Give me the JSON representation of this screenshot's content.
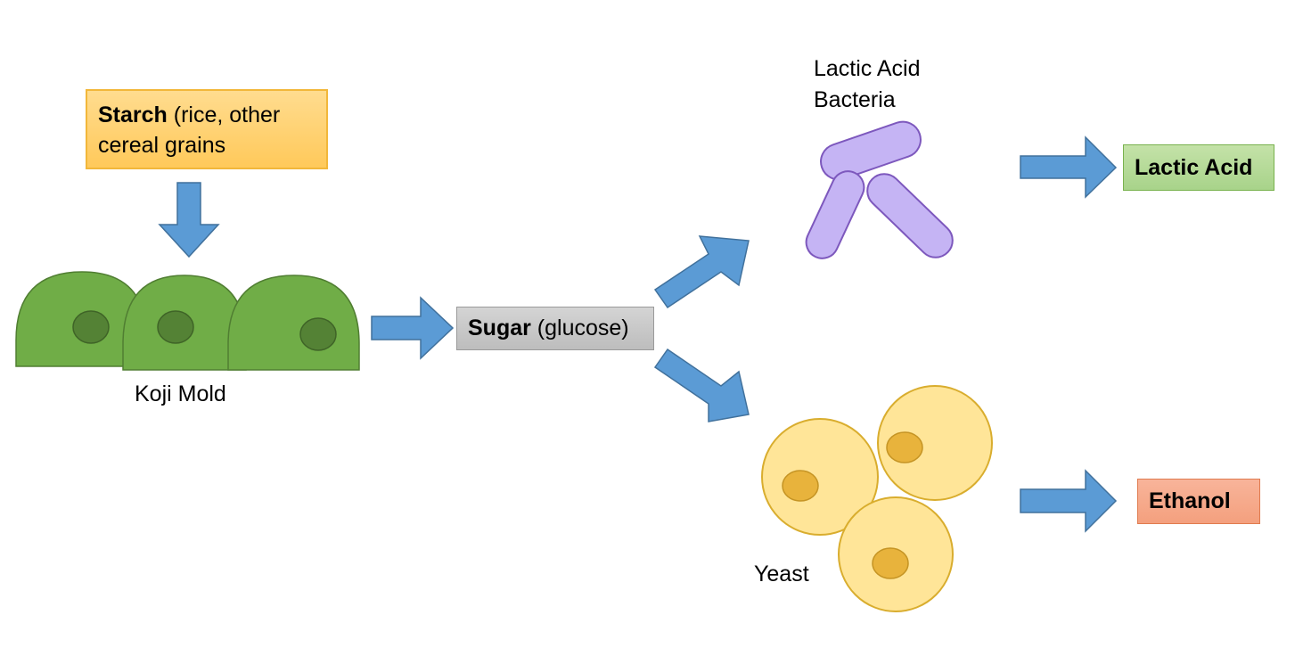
{
  "nodes": {
    "starch": {
      "bold": "Starch",
      "rest": " (rice, other",
      "line2": "cereal grains"
    },
    "koji": {
      "label": "Koji Mold"
    },
    "sugar": {
      "bold": "Sugar",
      "rest": " (glucose)"
    },
    "lab": {
      "label_line1": "Lactic Acid",
      "label_line2": "Bacteria"
    },
    "yeast": {
      "label": "Yeast"
    },
    "lactic_acid": {
      "label": "Lactic Acid"
    },
    "ethanol": {
      "label": "Ethanol"
    }
  },
  "colors": {
    "arrow": "#5b9bd5",
    "arrow_stroke": "#41719c",
    "koji_fill": "#70ad47",
    "koji_nucleus": "#548235",
    "bacteria_fill": "#c5b4f4",
    "bacteria_stroke": "#7d58bd",
    "yeast_fill": "#ffe598",
    "yeast_stroke": "#d9ad2e",
    "yeast_nucleus": "#e8b33c",
    "starch_box": "#ffd070",
    "sugar_box": "#c8c8c8",
    "lactic_box": "#b4d99a",
    "ethanol_box": "#f6a886"
  }
}
